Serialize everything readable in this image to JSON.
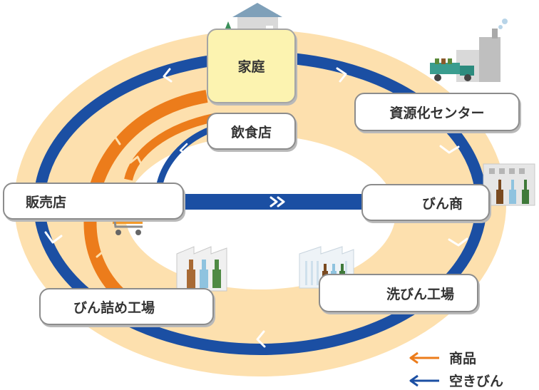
{
  "nodes": {
    "home": "家庭",
    "restaurant": "飲食店",
    "recycling_center": "資源化センター",
    "bottle_merchant": "びん商",
    "bottle_washing": "洗びん工場",
    "bottling_factory": "びん詰め工場",
    "store": "販売店"
  },
  "legend": {
    "product": "商品",
    "empty_bottle": "空きびん"
  },
  "colors": {
    "product": "#ec7c1b",
    "empty_bottle": "#1b4fa3",
    "ring": "#fde0ae",
    "home_fill": "#fcf3b0"
  },
  "icons": [
    "house-icon",
    "truck-factory-icon",
    "bottle-building-icon",
    "washing-factory-icon",
    "bottling-factory-icon",
    "shopping-cart-icon"
  ]
}
